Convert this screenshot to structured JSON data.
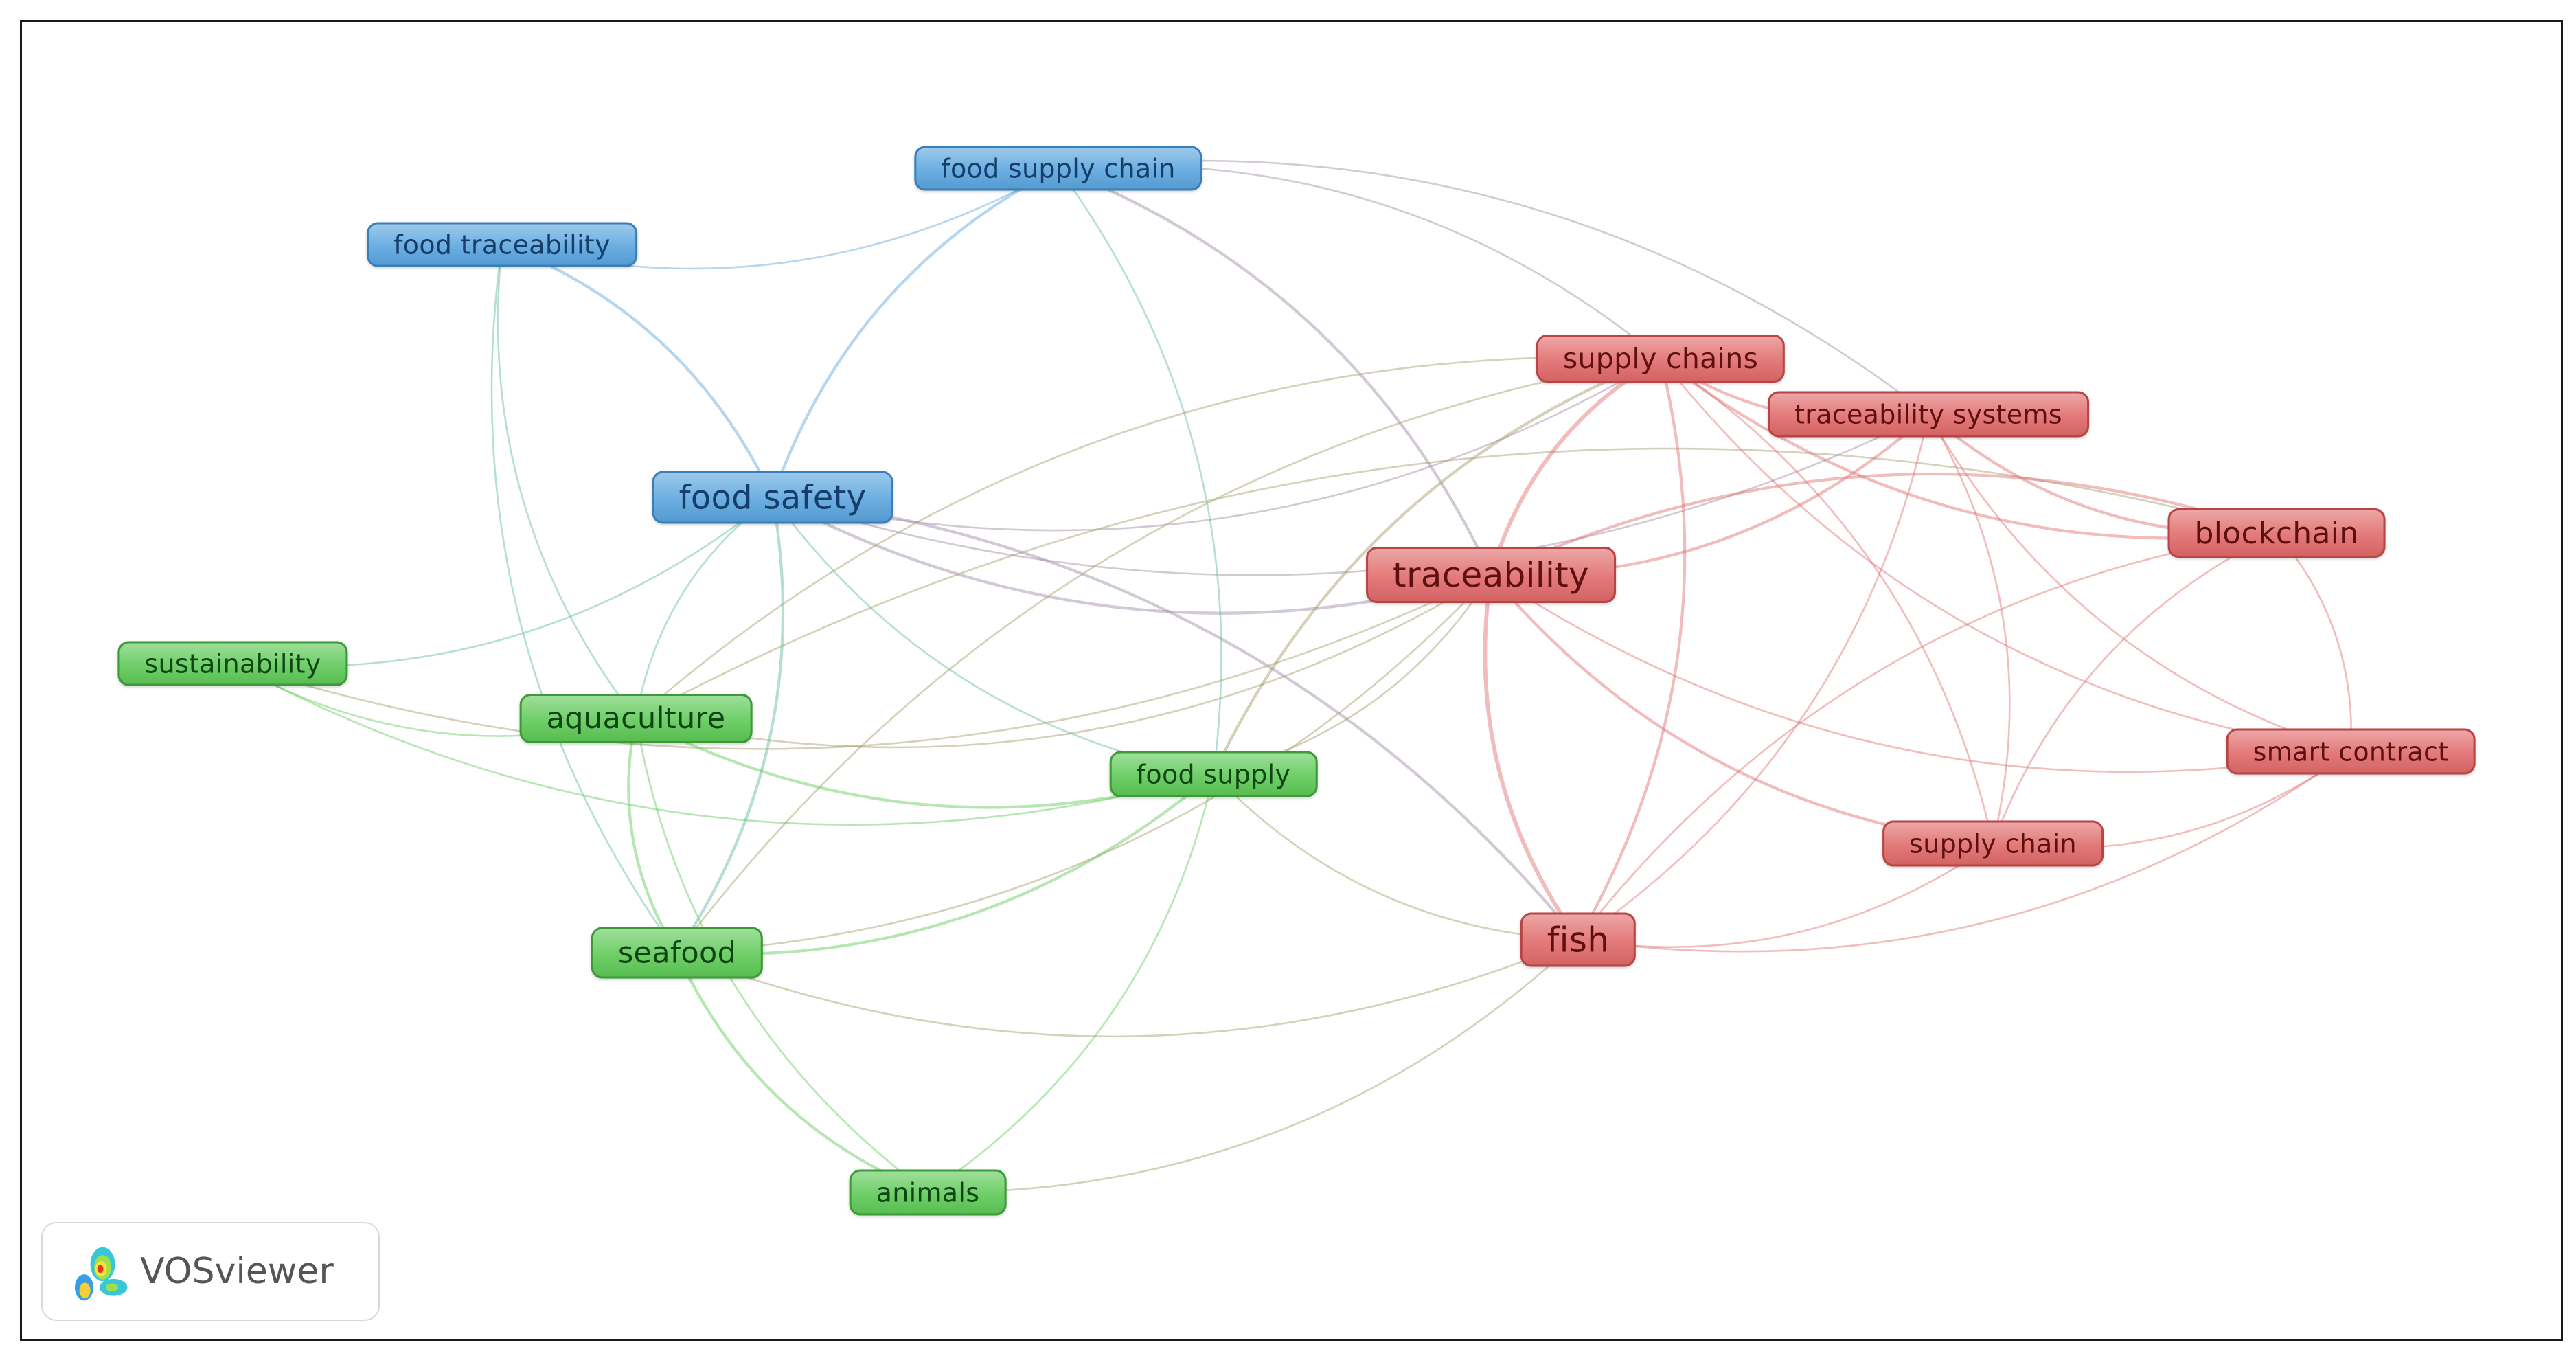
{
  "clusters": [
    {
      "color": "#5aa5de",
      "border": "#3a7fb8",
      "text": "#153e6b",
      "nodes": [
        "food supply chain",
        "food traceability",
        "food safety"
      ]
    },
    {
      "color": "#e06a6a",
      "border": "#b84444",
      "text": "#5e0f0f",
      "nodes": [
        "supply chains",
        "traceability systems",
        "blockchain",
        "traceability",
        "smart contract",
        "supply chain",
        "fish"
      ]
    },
    {
      "color": "#5ec957",
      "border": "#3c9a37",
      "text": "#0f4513",
      "nodes": [
        "sustainability",
        "aquaculture",
        "food supply",
        "seafood",
        "animals"
      ]
    }
  ],
  "links": [
    [
      "food traceability",
      "food supply chain",
      1
    ],
    [
      "food safety",
      "food traceability",
      2
    ],
    [
      "food supply chain",
      "food safety",
      2
    ],
    [
      "food traceability",
      "aquaculture",
      1
    ],
    [
      "food traceability",
      "seafood",
      1
    ],
    [
      "sustainability",
      "food safety",
      1
    ],
    [
      "food safety",
      "aquaculture",
      1
    ],
    [
      "seafood",
      "food safety",
      2
    ],
    [
      "food safety",
      "food supply",
      1
    ],
    [
      "food supply",
      "food supply chain",
      1
    ],
    [
      "food safety",
      "traceability",
      2
    ],
    [
      "fish",
      "food safety",
      2
    ],
    [
      "food safety",
      "supply chains",
      1
    ],
    [
      "food safety",
      "traceability systems",
      1
    ],
    [
      "traceability",
      "food supply chain",
      2
    ],
    [
      "supply chains",
      "food supply chain",
      1
    ],
    [
      "traceability systems",
      "food supply chain",
      1
    ],
    [
      "sustainability",
      "aquaculture",
      1
    ],
    [
      "sustainability",
      "food supply",
      1
    ],
    [
      "sustainability",
      "traceability",
      1
    ],
    [
      "aquaculture",
      "seafood",
      2
    ],
    [
      "aquaculture",
      "food supply",
      2
    ],
    [
      "aquaculture",
      "animals",
      1
    ],
    [
      "seafood",
      "food supply",
      2
    ],
    [
      "seafood",
      "animals",
      2
    ],
    [
      "animals",
      "food supply",
      1
    ],
    [
      "aquaculture",
      "traceability",
      1
    ],
    [
      "supply chains",
      "aquaculture",
      1
    ],
    [
      "blockchain",
      "aquaculture",
      1
    ],
    [
      "supply chains",
      "seafood",
      1
    ],
    [
      "seafood",
      "traceability",
      1
    ],
    [
      "seafood",
      "fish",
      1
    ],
    [
      "food supply",
      "traceability",
      1
    ],
    [
      "supply chains",
      "food supply",
      2
    ],
    [
      "food supply",
      "fish",
      1
    ],
    [
      "animals",
      "fish",
      1
    ],
    [
      "supply chains",
      "traceability",
      3
    ],
    [
      "traceability",
      "traceability systems",
      2
    ],
    [
      "blockchain",
      "traceability",
      2
    ],
    [
      "traceability",
      "fish",
      3
    ],
    [
      "traceability",
      "supply chain",
      2
    ],
    [
      "traceability",
      "smart contract",
      1
    ],
    [
      "supply chains",
      "traceability systems",
      2
    ],
    [
      "supply chains",
      "blockchain",
      2
    ],
    [
      "fish",
      "supply chains",
      2
    ],
    [
      "supply chain",
      "supply chains",
      1
    ],
    [
      "supply chains",
      "smart contract",
      1
    ],
    [
      "traceability systems",
      "blockchain",
      2
    ],
    [
      "traceability systems",
      "smart contract",
      1
    ],
    [
      "supply chain",
      "traceability systems",
      1
    ],
    [
      "fish",
      "traceability systems",
      1
    ],
    [
      "smart contract",
      "blockchain",
      1
    ],
    [
      "blockchain",
      "supply chain",
      1
    ],
    [
      "blockchain",
      "fish",
      1
    ],
    [
      "supply chain",
      "smart contract",
      1
    ],
    [
      "fish",
      "smart contract",
      1
    ],
    [
      "fish",
      "supply chain",
      1
    ]
  ],
  "logo": {
    "text": "VOSviewer",
    "icon": "vosviewer-logo-icon"
  }
}
